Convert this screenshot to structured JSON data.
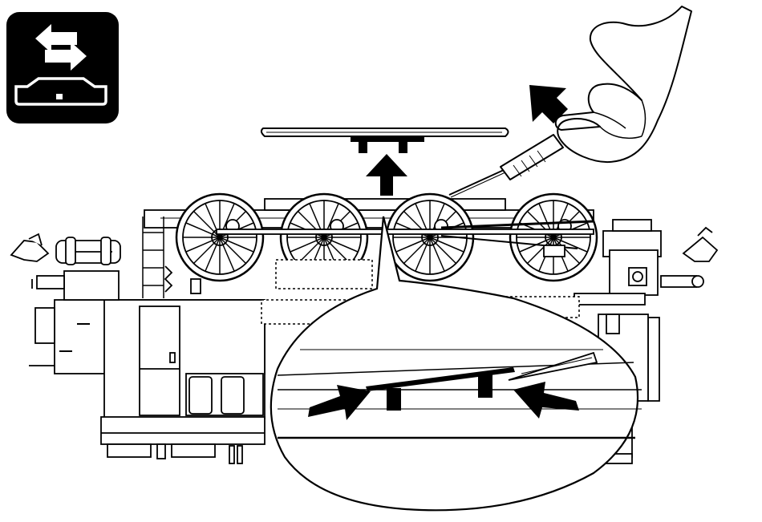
{
  "colors": {
    "ink": "#000000",
    "paper": "#ffffff",
    "badge_background": "#000000",
    "badge_foreground": "#ffffff"
  },
  "icons": {
    "badge": "swap-arrows-over-plate-icon",
    "lift_arrow": "arrow-up-icon",
    "pry_arrow": "arrow-up-right-icon",
    "detail_arrows": [
      "arrow-right-icon",
      "arrow-left-icon"
    ]
  },
  "scene": {
    "subject": "locomotive-underside-illustration",
    "tool": "screwdriver",
    "detail_view": "magnified-clip-detail"
  }
}
